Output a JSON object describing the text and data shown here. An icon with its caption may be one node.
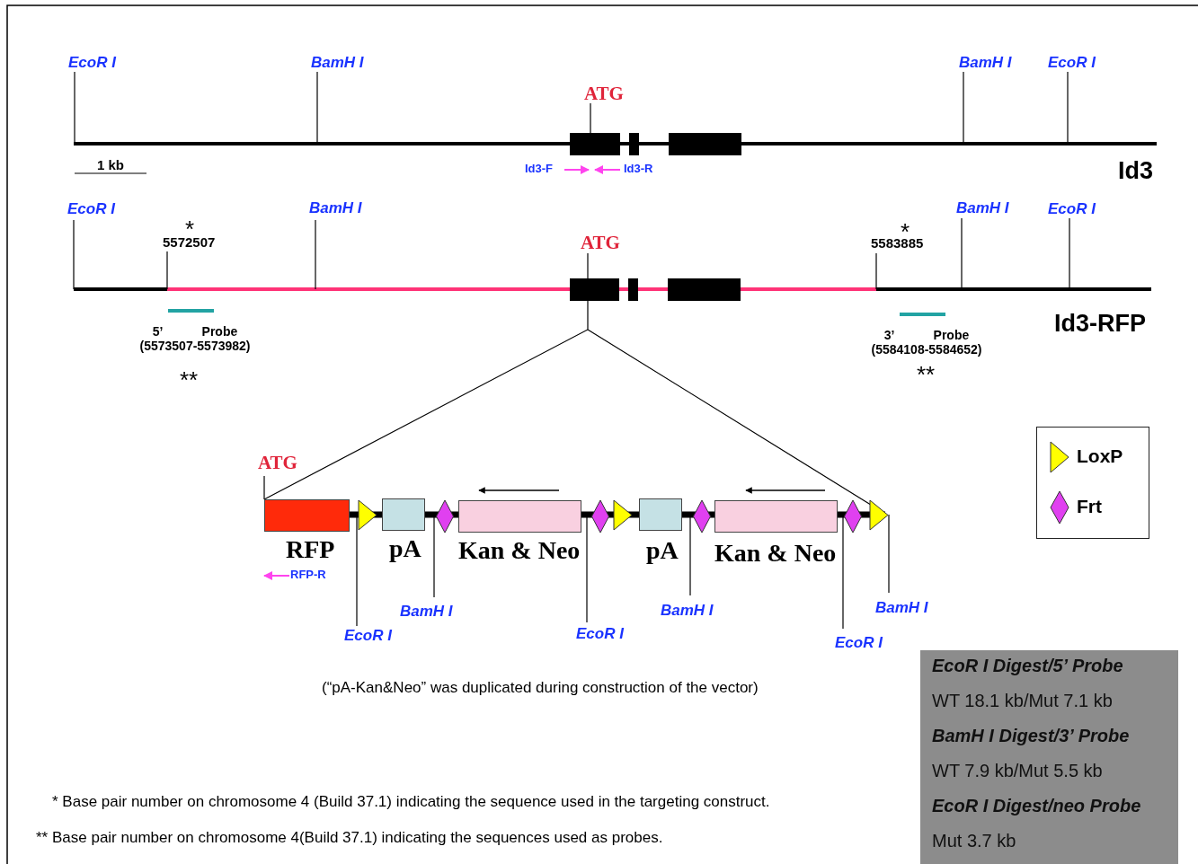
{
  "diagram": {
    "nodes": [
      {
        "text": [
          "RFP"
        ]
      },
      {
        "text": [
          "pA"
        ]
      },
      {
        "text": [
          "Kan & Neo"
        ]
      },
      {
        "text": [
          "pA"
        ]
      },
      {
        "text": [
          "Kan & Neo"
        ]
      },
      {
        "text": [
          "EcoR I Digest/5’ Probe",
          "WT 18.1 kb/Mut 7.1 kb",
          "BamH I Digest/3’ Probe",
          "WT 7.9 kb/Mut 5.5 kb",
          "EcoR I Digest/neo Probe",
          "Mut 3.7 kb"
        ]
      }
    ],
    "edges": [],
    "labels": [
      "EcoR I",
      "BamH I",
      "ATG",
      "BamH I",
      "EcoR I",
      "1 kb",
      "Id3-F",
      "Id3-R",
      "Id3",
      "EcoR I",
      "*",
      "5572507",
      "BamH I",
      "ATG",
      "*",
      "5583885",
      "BamH I",
      "EcoR I",
      "5’ Probe (5573507-5573982)",
      "3’ Probe (5584108-5584652)",
      "Id3-RFP",
      "**",
      "**",
      "ATG",
      "RFP-R",
      "EcoR I",
      "BamH I",
      "EcoR I",
      "BamH I",
      "EcoR I",
      "BamH I",
      "(“pA-Kan&Neo” was duplicated during construction of the vector)",
      "* Base pair number on chromosome 4 (Build 37.1) indicating the sequence used in the targeting construct.",
      "** Base pair number on chromosome 4(Build 37.1) indicating the sequences used as probes."
    ],
    "legend": [
      {
        "text": "LoxP"
      },
      {
        "text": "Frt"
      }
    ]
  }
}
